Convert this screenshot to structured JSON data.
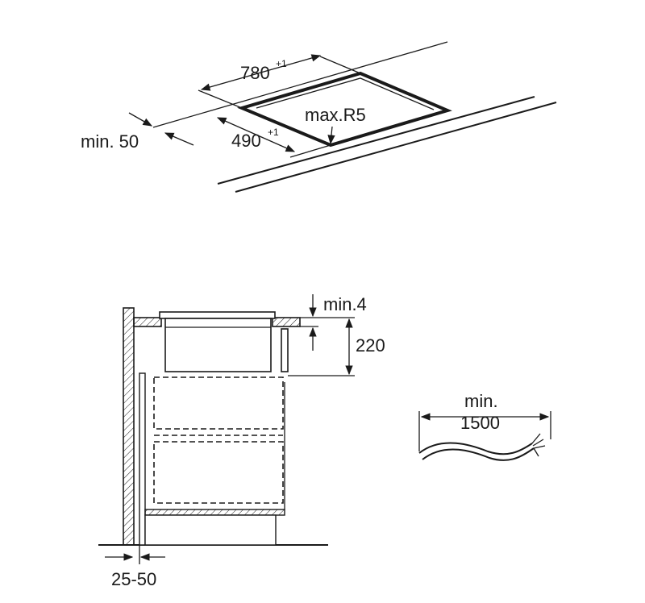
{
  "top_view": {
    "width_label": "780",
    "width_tolerance": "+1",
    "depth_label": "490",
    "depth_tolerance": "+1",
    "radius_label": "max.R5",
    "edge_distance_label": "min. 50"
  },
  "side_view": {
    "gap_label": "min.4",
    "height_label": "220",
    "wall_gap_label": "25-50"
  },
  "cable": {
    "length_label_1": "min.",
    "length_label_2": "1500"
  },
  "colors": {
    "line": "#1a1a1a",
    "background": "#ffffff"
  }
}
